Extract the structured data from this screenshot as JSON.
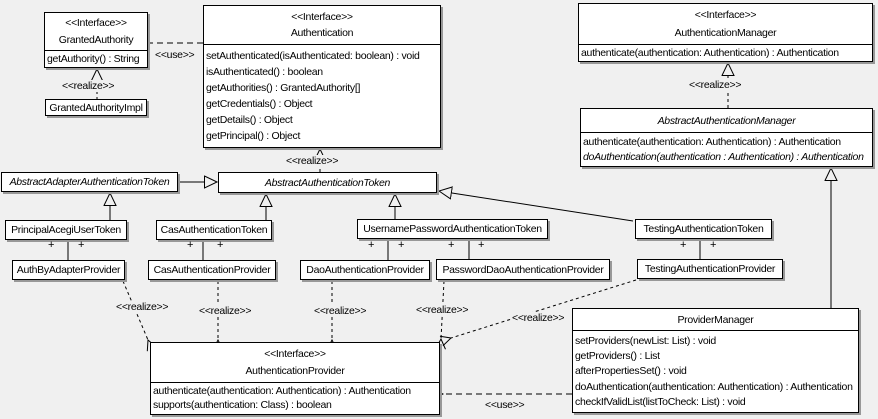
{
  "colors": {
    "background": "#f0f0f0",
    "box_fill": "#ffffff",
    "line": "#000000",
    "shadow": "#989898"
  },
  "labels": {
    "use": "<<use>>",
    "realize": "<<realize>>",
    "plus": "+"
  },
  "boxes": {
    "granted_authority": {
      "stereotype": "<<Interface>>",
      "name": "GrantedAuthority",
      "methods": [
        "getAuthority() : String"
      ]
    },
    "granted_authority_impl": {
      "name": "GrantedAuthorityImpl"
    },
    "authentication": {
      "stereotype": "<<Interface>>",
      "name": "Authentication",
      "methods": [
        "setAuthenticated(isAuthenticated: boolean) : void",
        "isAuthenticated() : boolean",
        "getAuthorities() : GrantedAuthority[]",
        "getCredentials() : Object",
        "getDetails() : Object",
        "getPrincipal() : Object"
      ]
    },
    "authentication_manager": {
      "stereotype": "<<Interface>>",
      "name": "AuthenticationManager",
      "methods": [
        "authenticate(authentication: Authentication) : Authentication"
      ]
    },
    "abstract_authentication_manager": {
      "name": "AbstractAuthenticationManager",
      "methods": [
        "authenticate(authentication: Authentication) : Authentication",
        "doAuthentication(authentication : Authentication) : Authentication"
      ]
    },
    "abstract_adapter_authentication_token": {
      "name": "AbstractAdapterAuthenticationToken"
    },
    "abstract_authentication_token": {
      "name": "AbstractAuthenticationToken"
    },
    "principal_acegi_user_token": {
      "name": "PrincipalAcegiUserToken"
    },
    "cas_authentication_token": {
      "name": "CasAuthenticationToken"
    },
    "username_password_authentication_token": {
      "name": "UsernamePasswordAuthenticationToken"
    },
    "testing_authentication_token": {
      "name": "TestingAuthenticationToken"
    },
    "auth_by_adapter_provider": {
      "name": "AuthByAdapterProvider"
    },
    "cas_authentication_provider": {
      "name": "CasAuthenticationProvider"
    },
    "dao_authentication_provider": {
      "name": "DaoAuthenticationProvider"
    },
    "password_dao_authentication_provider": {
      "name": "PasswordDaoAuthenticationProvider"
    },
    "testing_authentication_provider": {
      "name": "TestingAuthenticationProvider"
    },
    "authentication_provider": {
      "stereotype": "<<Interface>>",
      "name": "AuthenticationProvider",
      "methods": [
        "authenticate(authentication: Authentication) : Authentication",
        "supports(authentication: Class) : boolean"
      ]
    },
    "provider_manager": {
      "name": "ProviderManager",
      "methods": [
        "setProviders(newList: List) : void",
        "getProviders() : List",
        "afterPropertiesSet() : void",
        "doAuthentication(authentication: Authentication) : Authentication",
        "checkIfValidList(listToCheck: List) : void"
      ]
    }
  }
}
